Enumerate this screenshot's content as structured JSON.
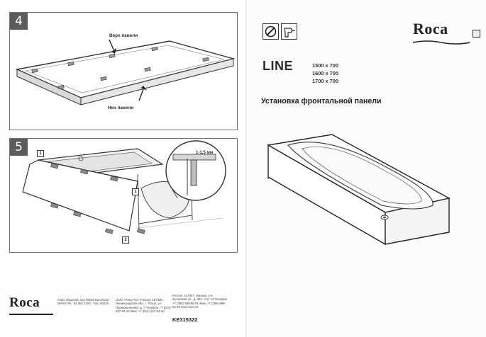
{
  "left_page": {
    "step4": {
      "number": "4",
      "label_top": "Верх панели",
      "label_bottom": "Низ панели"
    },
    "step5": {
      "number": "5",
      "callout_1": "1",
      "callout_2": "2",
      "gap_label": "1-1,5 мм"
    },
    "footer": {
      "brand": "Roca",
      "address_1": "Avda. Diagonal, 513 08029 Barcelona - SPAIN Tel.: 93 366 1200 - Fax: 93415",
      "address_2": "ООО «Рока Рус» Россия, 187030, Ленинградская обл., г. Тосно, ул. Промышленная, д. 7 Телефон +7 (812) 347-84-46 Факс +7 (812) 347-84-50",
      "address_3": "Россия, 127287, Москва, 2-я Хуторская ул., д. 38А, стр. 14 Телефон +7 (495) 989-65-91 Факс +7 (495) 989-64-59 www.roca.es",
      "doc_code": "KE315322"
    }
  },
  "right_page": {
    "brand": "Roca",
    "icons": [
      "wrench-icon",
      "drill-icon"
    ],
    "product_name": "LINE",
    "sizes": [
      "1500 x 700",
      "1600 x 700",
      "1700 x 700"
    ],
    "title": "Установка фронтальной панели"
  },
  "colors": {
    "ink": "#1a1a1a",
    "step_badge": "#5c5c5c",
    "panel_border": "#6f6f6f"
  }
}
